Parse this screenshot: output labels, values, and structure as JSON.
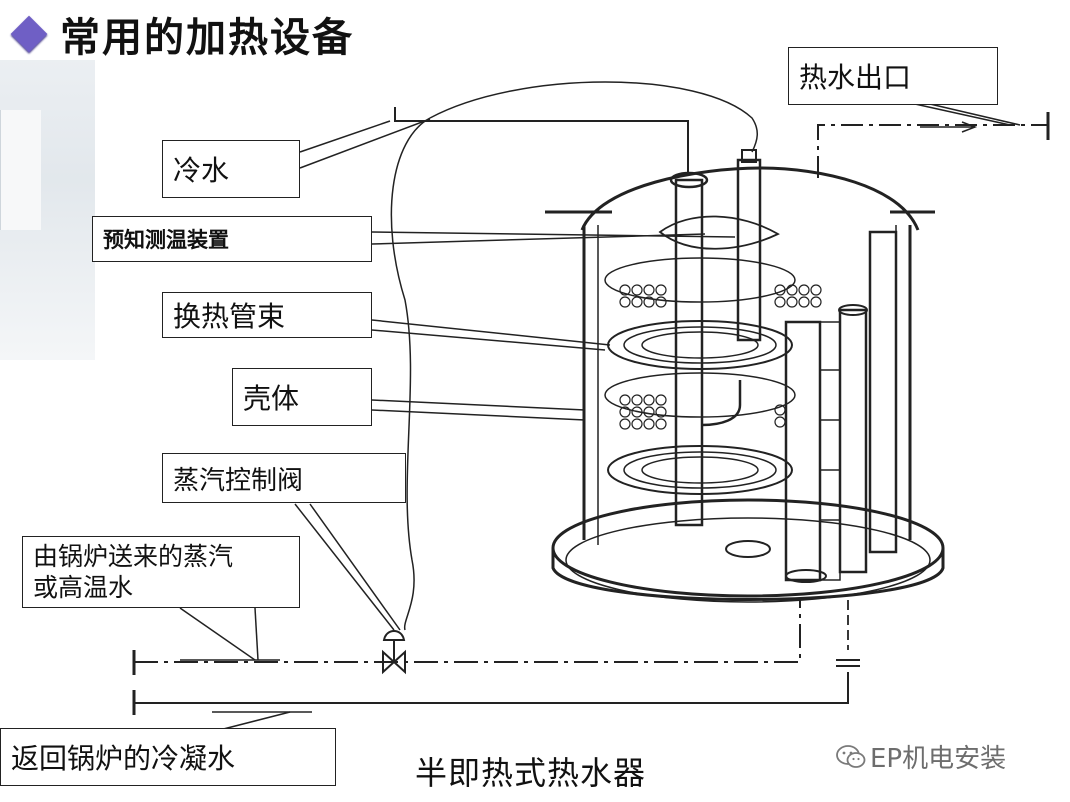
{
  "header": {
    "title": "常用的加热设备"
  },
  "labels": {
    "hot_water_outlet": "热水出口",
    "cold_water": "冷水",
    "temp_sensor": "预知测温装置",
    "tube_bundle": "换热管束",
    "shell": "壳体",
    "steam_valve": "蒸汽控制阀",
    "steam_source_line1": "由锅炉送来的蒸汽",
    "steam_source_line2": "或高温水",
    "condensate_return": "返回锅炉的冷凝水"
  },
  "caption": "半即热式热水器",
  "watermark": "EP机电安装",
  "colors": {
    "accent": "#6f5fc5",
    "line": "#222222"
  }
}
